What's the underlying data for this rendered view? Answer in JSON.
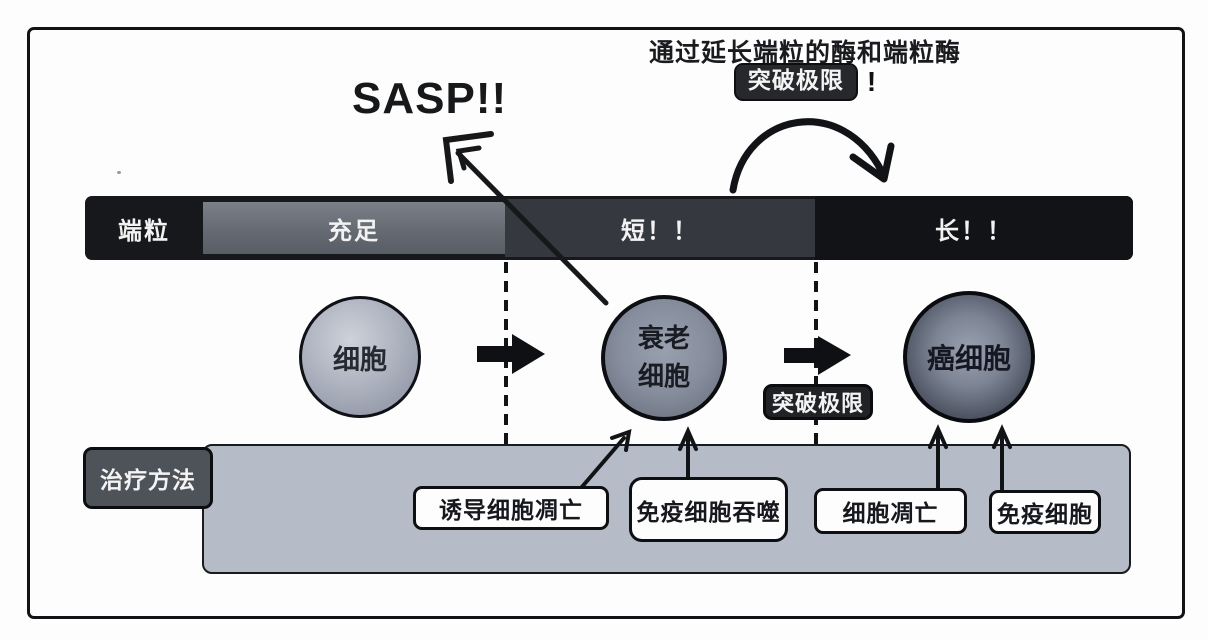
{
  "annotation": {
    "text": "通过延长端粒的酶和端粒酶",
    "badge": "突破极限",
    "suffix": "!"
  },
  "sasp": {
    "label": "SASP!!"
  },
  "telomere": {
    "label": "端粒",
    "segments": [
      {
        "label": "充足"
      },
      {
        "label": "短！！"
      },
      {
        "label": "长！！"
      }
    ]
  },
  "cells": [
    {
      "label": "细胞"
    },
    {
      "line1": "衰老",
      "line2": "细胞"
    },
    {
      "label": "癌细胞"
    }
  ],
  "transition": {
    "badge": "突破极限"
  },
  "treatment": {
    "label": "治疗方法",
    "methods": [
      {
        "label": "诱导细胞凋亡"
      },
      {
        "label": "免疫细胞吞噬"
      },
      {
        "label": "细胞凋亡"
      },
      {
        "label": "免疫细胞"
      }
    ]
  },
  "colors": {
    "bar_dark": "#17181b",
    "bar_sufficient": "#6b7077",
    "bar_short": "#35383e",
    "bar_long": "#121317",
    "panel_light": "#b5bbc7",
    "badge_dark": "#26282b",
    "treatment_label_dark": "#4e535a",
    "ink": "#121316"
  }
}
